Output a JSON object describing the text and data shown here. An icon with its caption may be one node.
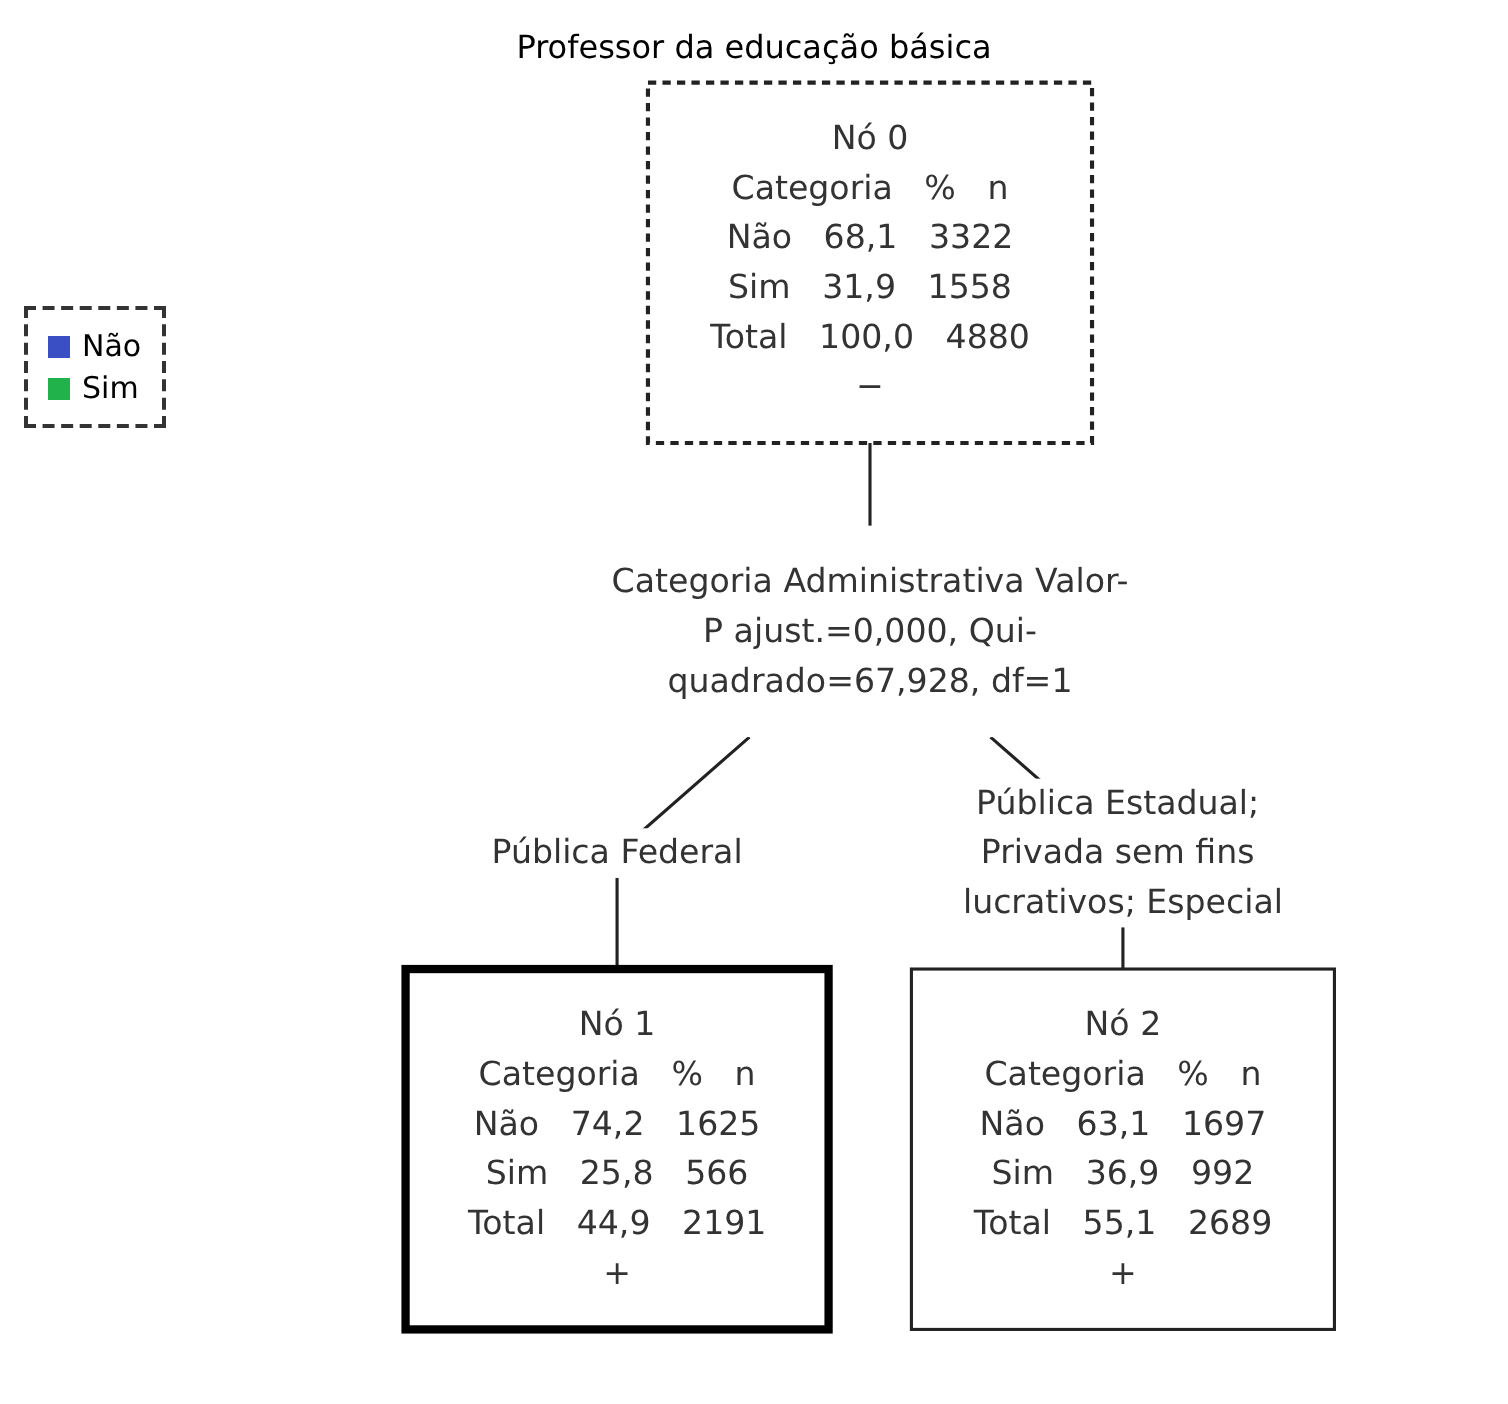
{
  "diagram": {
    "title": "Professor da educação básica",
    "nodes": [
      {
        "text": [
          "Nó 0",
          "Categoria",
          "%",
          "n",
          "Não",
          "68,1",
          "3322",
          "Sim",
          "31,9",
          "1558",
          "Total",
          "100,0",
          "4880",
          "−"
        ]
      },
      {
        "text": [
          "Categoria Administrativa Valor-P ajust.=0,000, Qui-quadrado=67,928, df=1"
        ]
      },
      {
        "text": [
          "Nó 1",
          "Categoria",
          "%",
          "n",
          "Não",
          "74,2",
          "1625",
          "Sim",
          "25,8",
          "566",
          "Total",
          "44,9",
          "2191",
          "+"
        ]
      },
      {
        "text": [
          "Nó 2",
          "Categoria",
          "%",
          "n",
          "Não",
          "63,1",
          "1697",
          "Sim",
          "36,9",
          "992",
          "Total",
          "55,1",
          "2689",
          "+"
        ]
      }
    ],
    "edges": [
      {
        "from": 0,
        "to": 1,
        "arrow": "none"
      },
      {
        "from": 1,
        "to": 2,
        "arrow": "none",
        "label": "Pública Federal"
      },
      {
        "from": 1,
        "to": 3,
        "arrow": "none",
        "label": "Pública Estadual; Privada sem fins lucrativos; Especial"
      }
    ],
    "legend": [
      {
        "text": "Não",
        "color": "#3b4fc4"
      },
      {
        "text": "Sim",
        "color": "#22b24c"
      }
    ]
  }
}
